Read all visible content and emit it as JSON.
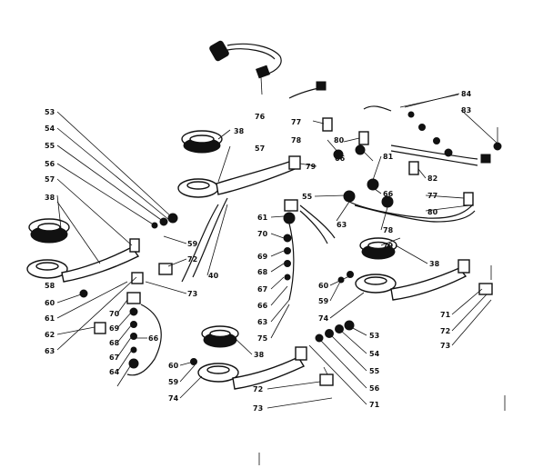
{
  "diagram": {
    "callouts": [
      {
        "id": "c-76",
        "text": "76"
      },
      {
        "id": "c-38a",
        "text": "38"
      },
      {
        "id": "c-57a",
        "text": "57"
      },
      {
        "id": "c-77a",
        "text": "77"
      },
      {
        "id": "c-78a",
        "text": "78"
      },
      {
        "id": "c-80a",
        "text": "80"
      },
      {
        "id": "c-84",
        "text": "84"
      },
      {
        "id": "c-83",
        "text": "83"
      },
      {
        "id": "c-79a",
        "text": "79"
      },
      {
        "id": "c-66a",
        "text": "66"
      },
      {
        "id": "c-81",
        "text": "81"
      },
      {
        "id": "c-82",
        "text": "82"
      },
      {
        "id": "c-77b",
        "text": "77"
      },
      {
        "id": "c-80b",
        "text": "80"
      },
      {
        "id": "c-53a",
        "text": "53"
      },
      {
        "id": "c-54a",
        "text": "54"
      },
      {
        "id": "c-55a",
        "text": "55"
      },
      {
        "id": "c-56a",
        "text": "56"
      },
      {
        "id": "c-57b",
        "text": "57"
      },
      {
        "id": "c-38b",
        "text": "38"
      },
      {
        "id": "c-58a",
        "text": "58"
      },
      {
        "id": "c-60a",
        "text": "60"
      },
      {
        "id": "c-61a",
        "text": "61"
      },
      {
        "id": "c-62",
        "text": "62"
      },
      {
        "id": "c-63a",
        "text": "63"
      },
      {
        "id": "c-55b",
        "text": "55"
      },
      {
        "id": "c-59a",
        "text": "59"
      },
      {
        "id": "c-72a",
        "text": "72"
      },
      {
        "id": "c-40a",
        "text": "40"
      },
      {
        "id": "c-73a",
        "text": "73"
      },
      {
        "id": "c-61b",
        "text": "61"
      },
      {
        "id": "c-70a",
        "text": "70"
      },
      {
        "id": "c-69a",
        "text": "69"
      },
      {
        "id": "c-68a",
        "text": "68"
      },
      {
        "id": "c-67a",
        "text": "67"
      },
      {
        "id": "c-66b",
        "text": "66"
      },
      {
        "id": "c-63b",
        "text": "63"
      },
      {
        "id": "c-75",
        "text": "75"
      },
      {
        "id": "c-63c",
        "text": "63"
      },
      {
        "id": "c-66c",
        "text": "66"
      },
      {
        "id": "c-78b",
        "text": "78"
      },
      {
        "id": "c-79b",
        "text": "79"
      },
      {
        "id": "c-38c",
        "text": "38"
      },
      {
        "id": "c-60b",
        "text": "60"
      },
      {
        "id": "c-59b",
        "text": "59"
      },
      {
        "id": "c-74a",
        "text": "74"
      },
      {
        "id": "c-71a",
        "text": "71"
      },
      {
        "id": "c-72b",
        "text": "72"
      },
      {
        "id": "c-73b",
        "text": "73"
      },
      {
        "id": "c-70b",
        "text": "70"
      },
      {
        "id": "c-69b",
        "text": "69"
      },
      {
        "id": "c-68b",
        "text": "68"
      },
      {
        "id": "c-67b",
        "text": "67"
      },
      {
        "id": "c-66d",
        "text": "66"
      },
      {
        "id": "c-64",
        "text": "64"
      },
      {
        "id": "c-38d",
        "text": "38"
      },
      {
        "id": "c-60c",
        "text": "60"
      },
      {
        "id": "c-59c",
        "text": "59"
      },
      {
        "id": "c-74b",
        "text": "74"
      },
      {
        "id": "c-53b",
        "text": "53"
      },
      {
        "id": "c-54b",
        "text": "54"
      },
      {
        "id": "c-55c",
        "text": "55"
      },
      {
        "id": "c-56b",
        "text": "56"
      },
      {
        "id": "c-71b",
        "text": "71"
      },
      {
        "id": "c-72c",
        "text": "72"
      },
      {
        "id": "c-73c",
        "text": "73"
      }
    ]
  }
}
